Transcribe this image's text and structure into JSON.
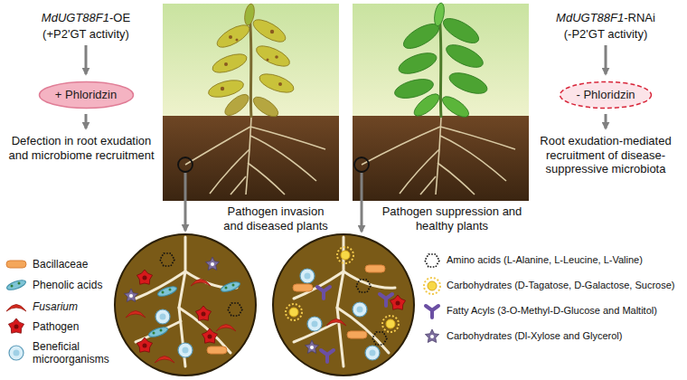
{
  "diagram": {
    "nodes": [
      {
        "text": [
          "+ Phloridzin"
        ]
      },
      {
        "text": [
          "- Phloridzin"
        ]
      }
    ],
    "labels": [
      "MdUGT88F1-OE",
      "(+P2'GT activity)",
      "Defection in root exudation and microbiome recruitment",
      "Pathogen invasion and diseased plants",
      "Pathogen suppression and healthy plants",
      "MdUGT88F1-RNAi",
      "(-P2'GT activity)",
      "Root exudation-mediated recruitment of disease-suppressive microbiota"
    ],
    "legend": [
      {
        "text": "Bacillaceae"
      },
      {
        "text": "Phenolic acids"
      },
      {
        "text": "Fusarium"
      },
      {
        "text": "Pathogen"
      },
      {
        "text": "Beneficial microorganisms"
      },
      {
        "text": "Amino acids (L-Alanine, L-Leucine, L-Valine)"
      },
      {
        "text": "Carbohydrates (D-Tagatose, D-Galactose, Sucrose)"
      },
      {
        "text": "Fatty Acyls (3-O-Methyl-D-Glucose and Maltitol)"
      },
      {
        "text": "Carbohydrates (Dl-Xylose and Glycerol)"
      }
    ]
  }
}
